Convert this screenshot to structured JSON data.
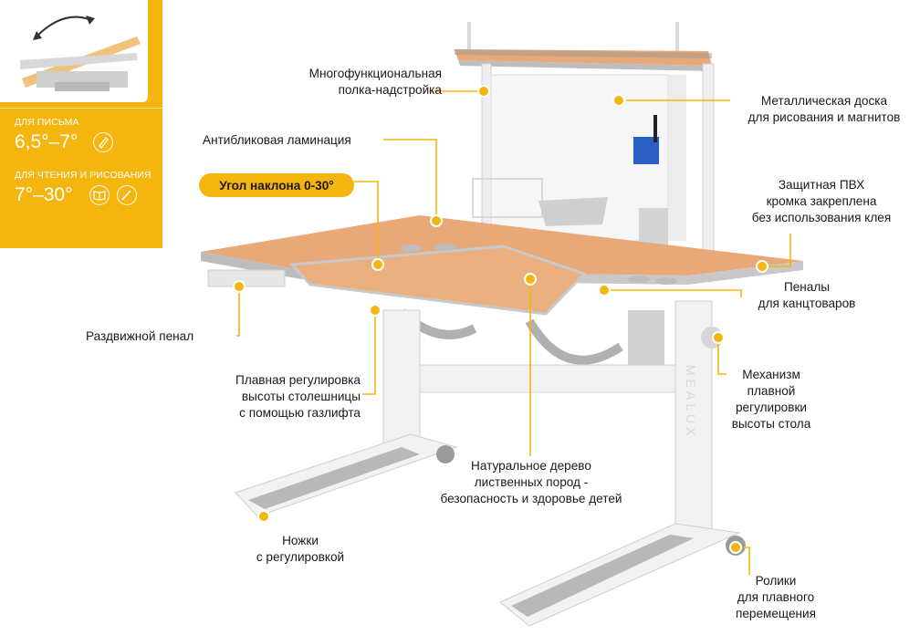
{
  "panel": {
    "writing_caption": "ДЛЯ ПИСЬМА",
    "writing_angle": "6,5°–7°",
    "reading_caption": "ДЛЯ ЧТЕНИЯ И РИСОВАНИЯ",
    "reading_angle": "7°–30°",
    "icons": [
      "pen-icon",
      "book-icon",
      "brush-icon"
    ]
  },
  "tilt_pill": "Угол наклона 0-30°",
  "brand_text": "MEALUX",
  "labels": {
    "shelf": [
      "Многофункциональная",
      "полка-надстройка"
    ],
    "antiglare": "Антибликовая ламинация",
    "drawer": "Раздвижной пенал",
    "gaslift": [
      "Плавная регулировка",
      "высоты столешницы",
      "с помощью газлифта"
    ],
    "legs": [
      "Ножки",
      "с регулировкой"
    ],
    "wood": [
      "Натуральное дерево",
      "лиственных пород -",
      "безопасность и здоровье детей"
    ],
    "board": [
      "Металлическая доска",
      "для рисования и магнитов"
    ],
    "pvc": [
      "Защитная ПВХ",
      "кромка закреплена",
      "без использования клея"
    ],
    "pencil": [
      "Пеналы",
      "для канцтоваров"
    ],
    "mechanism": [
      "Механизм",
      "плавной",
      "регулировки",
      "высоты стола"
    ],
    "casters": [
      "Ролики",
      "для плавного",
      "перемещения"
    ]
  },
  "colors": {
    "accent": "#f5b50f",
    "wood": "#e8a877",
    "frame": "#f2f2f2",
    "gray": "#b8b8b8",
    "text": "#1a1a1a"
  }
}
